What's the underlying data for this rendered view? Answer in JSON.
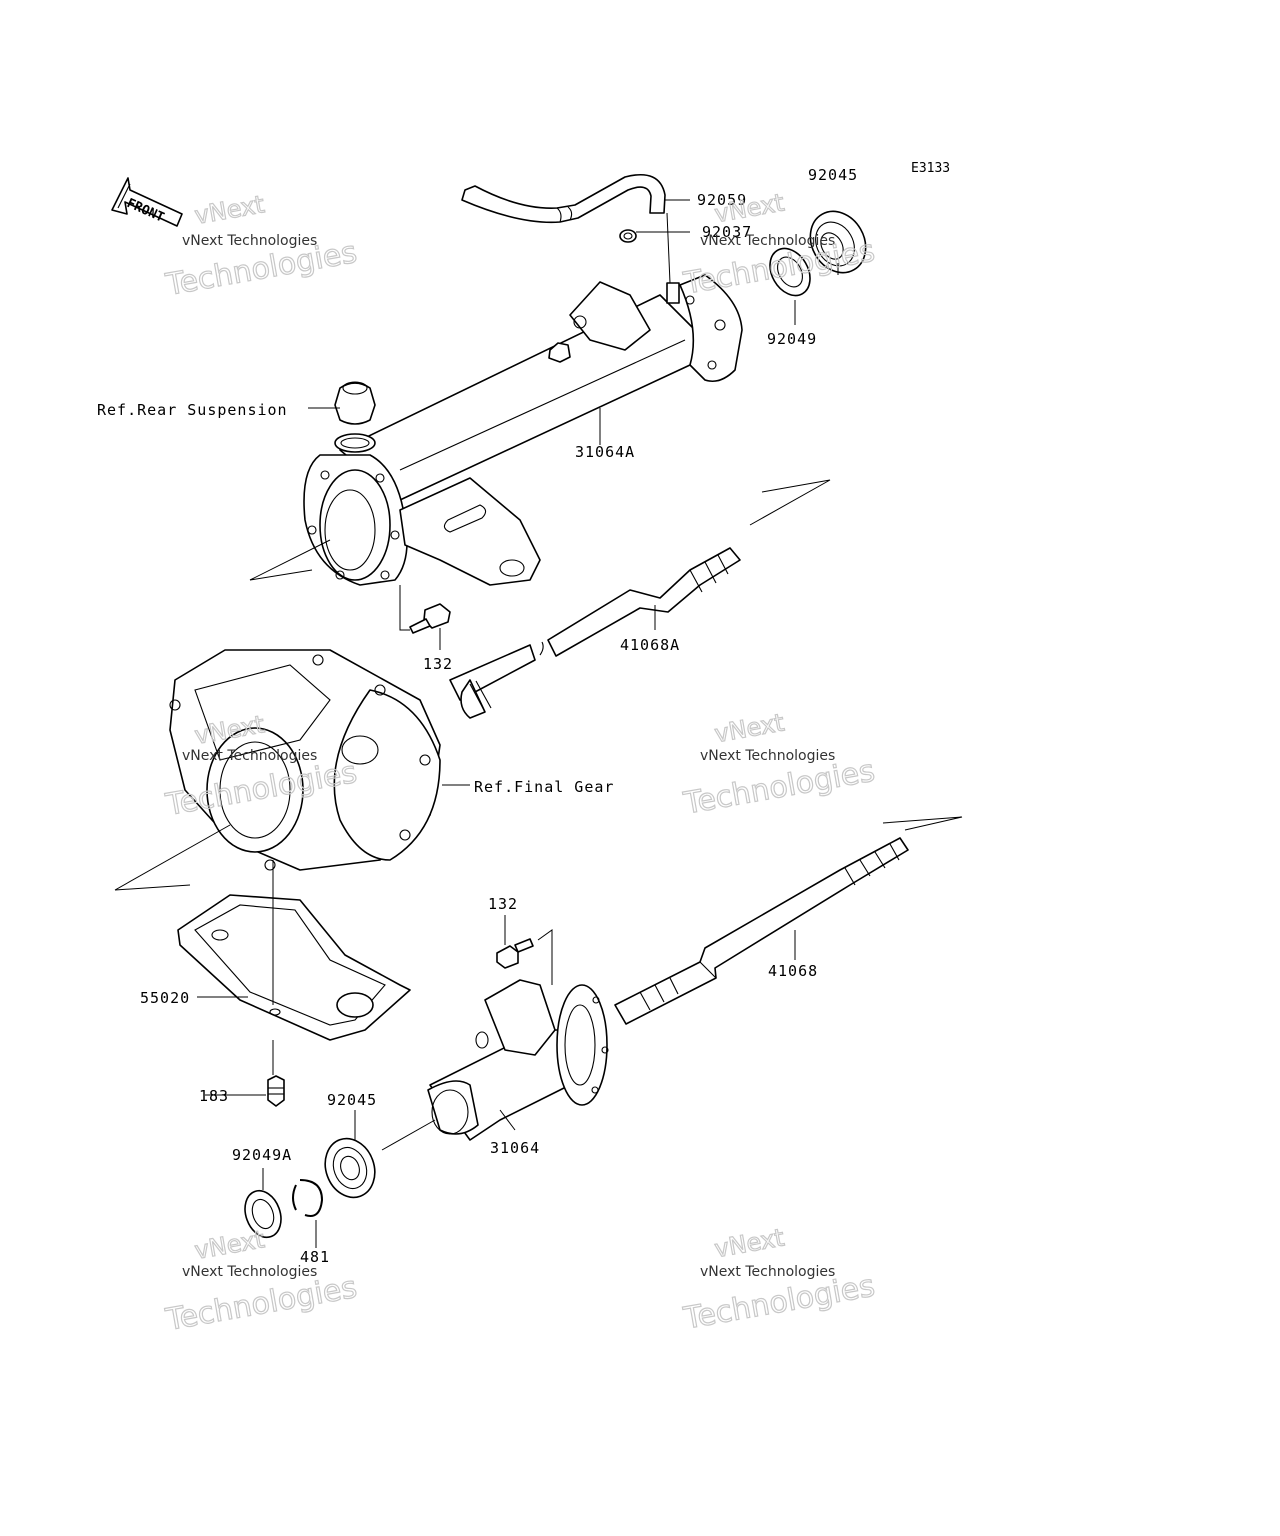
{
  "diagram": {
    "code": "E3133",
    "front_label": "FRONT",
    "watermark": {
      "line_small": "vNext Technologies",
      "line_big": "Technologies",
      "line_top": "vNext"
    },
    "parts": {
      "p92059": "92059",
      "p92037": "92037",
      "p92045_top": "92045",
      "p92049": "92049",
      "p31064A": "31064A",
      "p41068A": "41068A",
      "p132_top": "132",
      "p132_bottom": "132",
      "p41068": "41068",
      "p55020": "55020",
      "p183": "183",
      "p92045_bottom": "92045",
      "p31064": "31064",
      "p92049A": "92049A",
      "p481": "481"
    },
    "refs": {
      "rear_suspension": "Ref.Rear Suspension",
      "final_gear": "Ref.Final Gear"
    }
  }
}
